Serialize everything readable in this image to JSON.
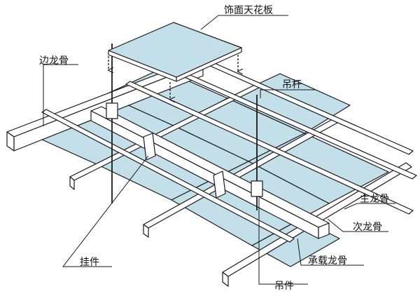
{
  "labels": {
    "panel": "饰面天花板",
    "edge_keel": "边龙骨",
    "rod": "吊杆",
    "main_keel": "主龙骨",
    "secondary_keel": "次龙骨",
    "bearing_keel": "承载龙骨",
    "hanger_clip": "挂件",
    "hanger": "吊件"
  },
  "colors": {
    "panel": "#c3dfea",
    "panel_edge": "#1a1a1a",
    "metal": "#ffffff",
    "stroke": "#1a1a1a",
    "background": "#ffffff"
  }
}
